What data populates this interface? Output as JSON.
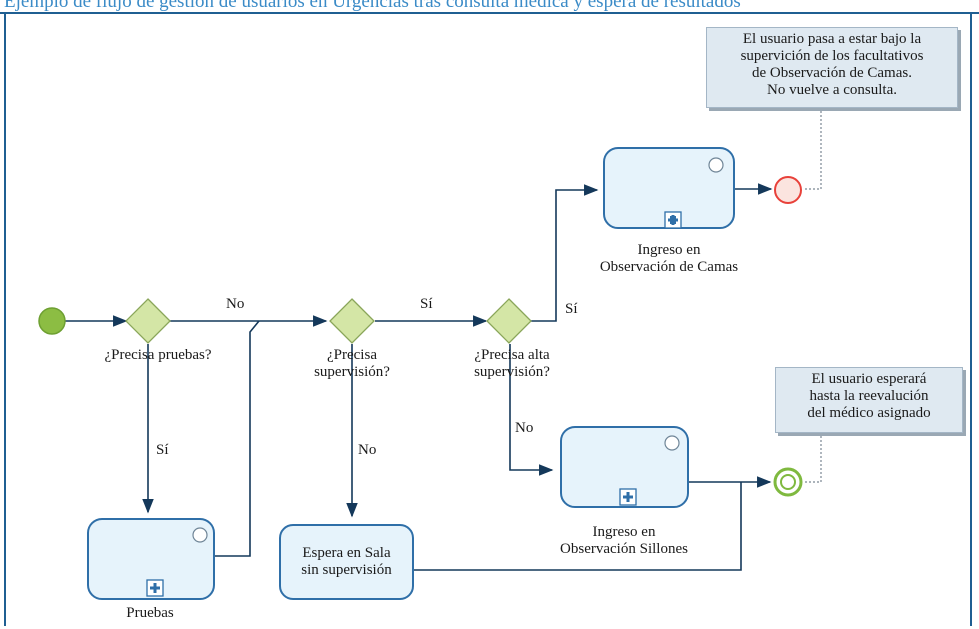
{
  "header": {
    "title": "Ejemplo de flujo de gestión de usuarios en Urgencias tras consulta médica y espera de resultados"
  },
  "gateways": {
    "pruebas": {
      "question": "¿Precisa pruebas?"
    },
    "supervision": {
      "line1": "¿Precisa",
      "line2": "supervisión?"
    },
    "alta": {
      "line1": "¿Precisa alta",
      "line2": "supervisión?"
    }
  },
  "edge_labels": {
    "no_pruebas": "No",
    "si_pruebas": "Sí",
    "si_supervision": "Sí",
    "no_supervision": "No",
    "si_alta": "Sí",
    "no_alta": "No"
  },
  "tasks": {
    "pruebas": {
      "label": "Pruebas"
    },
    "espera": {
      "line1": "Espera en Sala",
      "line2": "sin supervisión"
    },
    "camas": {
      "line1": "Ingreso en",
      "line2": "Observación de Camas"
    },
    "sillones": {
      "line1": "Ingreso en",
      "line2": "Observación Sillones"
    }
  },
  "annotations": {
    "camas": {
      "line1": "El usuario pasa a estar bajo la",
      "line2": "supervición de los facultativos",
      "line3": "de Observación de Camas.",
      "line4": "No vuelve a consulta."
    },
    "sillones": {
      "line1": "El usuario esperará",
      "line2": "hasta la reevalución",
      "line3": "del médico asignado"
    }
  },
  "colors": {
    "frame": "#1f5f92",
    "task_fill": "#e6f3fb",
    "task_border": "#2f6fa8",
    "gateway_fill": "#d4e6a6",
    "start_event": "#8cbd43",
    "end_event_terminate": "#e8413a",
    "end_event_wait": "#7fb93f",
    "note_fill": "#dfe9f1"
  }
}
